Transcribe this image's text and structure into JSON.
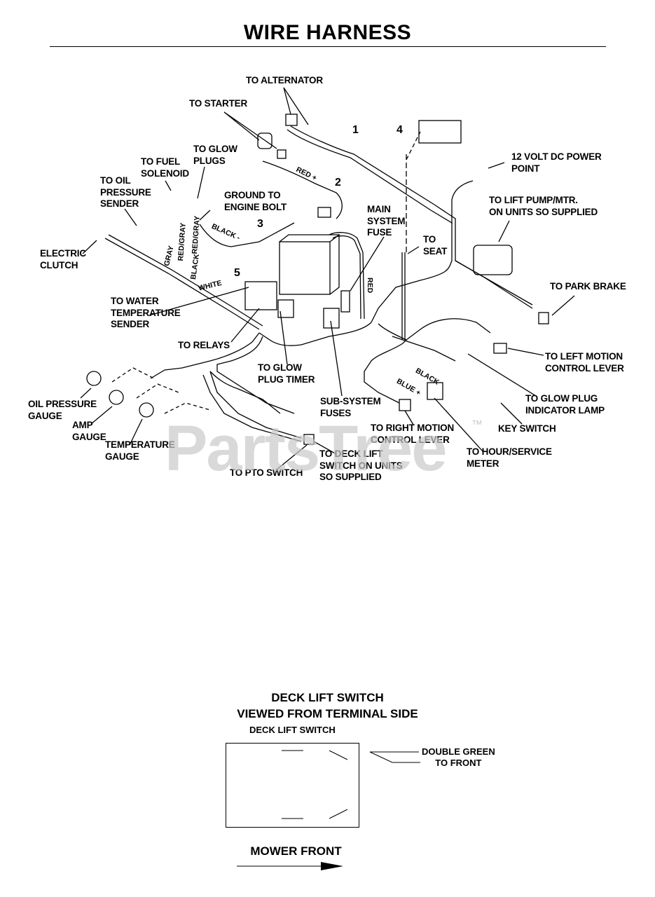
{
  "title": "WIRE HARNESS",
  "numbers": [
    "1",
    "2",
    "3",
    "4",
    "5"
  ],
  "labels": {
    "alternator": "TO ALTERNATOR",
    "starter": "TO STARTER",
    "glow_plugs": "TO GLOW\nPLUGS",
    "fuel_solenoid": "TO FUEL\nSOLENOID",
    "oil_pressure_sender": "TO OIL\nPRESSURE\nSENDER",
    "ground": "GROUND TO\nENGINE BOLT",
    "electric_clutch": "ELECTRIC\nCLUTCH",
    "main_fuse": "MAIN\nSYSTEM\nFUSE",
    "seat": "TO\nSEAT",
    "power_point": "12 VOLT DC POWER\nPOINT",
    "lift_pump": "TO LIFT PUMP/MTR.\nON UNITS SO SUPPLIED",
    "park_brake": "TO PARK BRAKE",
    "water_temp": "TO WATER\nTEMPERATURE\nSENDER",
    "relays": "TO RELAYS",
    "glow_timer": "TO GLOW\nPLUG TIMER",
    "left_motion": "TO LEFT MOTION\nCONTROL LEVER",
    "glow_lamp": "TO GLOW PLUG\nINDICATOR LAMP",
    "oil_gauge": "OIL PRESSURE\nGAUGE",
    "amp_gauge": "AMP\nGAUGE",
    "temp_gauge": "TEMPERATURE\nGAUGE",
    "subsystem_fuses": "SUB-SYSTEM\nFUSES",
    "right_motion": "TO RIGHT MOTION\nCONTROL LEVER",
    "key_switch": "KEY SWITCH",
    "hour_meter": "TO HOUR/SERVICE\nMETER",
    "deck_lift": "TO DECK LIFT\nSWITCH ON UNITS\nSO SUPPLIED",
    "pto_switch": "TO PTO SWITCH"
  },
  "wire_labels": {
    "red_plus": "RED +",
    "black_minus": "BLACK -",
    "red_gray_1": "RED/GRAY",
    "red_gray_2": "RED/GRAY",
    "gray": "GRAY",
    "black": "BLACK",
    "white": "WHITE",
    "red": "RED",
    "black2": "BLACK",
    "blue_plus": "BLUE +"
  },
  "watermark": "PartsTree",
  "trademark": "™",
  "deck_section": {
    "heading1": "DECK LIFT SWITCH",
    "heading2": "VIEWED FROM TERMINAL SIDE",
    "box_label": "DECK LIFT SWITCH",
    "double_green": "DOUBLE GREEN\nTO FRONT",
    "mower_front": "MOWER FRONT"
  }
}
